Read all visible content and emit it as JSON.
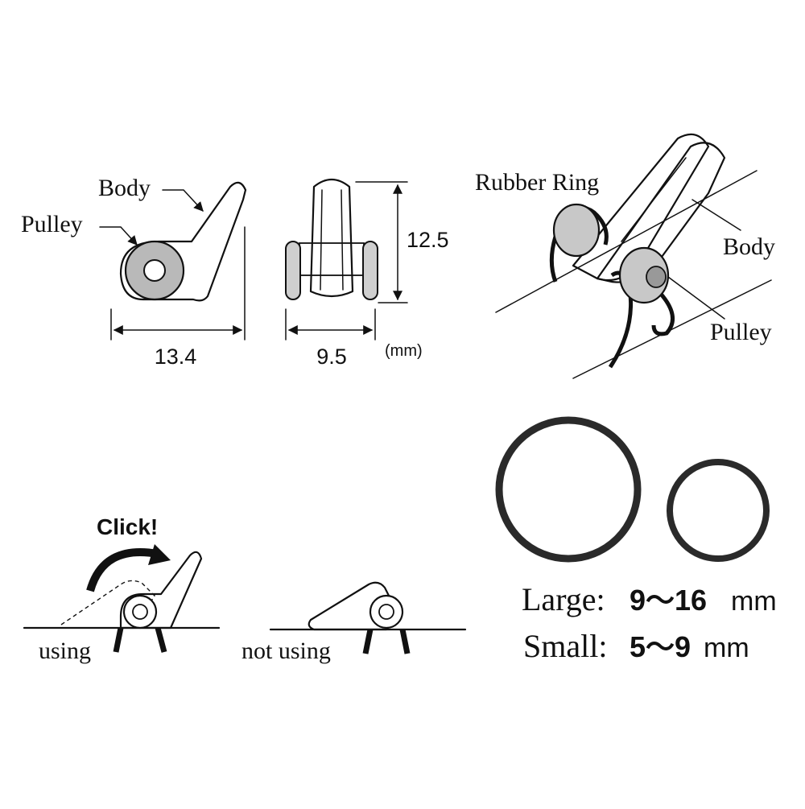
{
  "labels": {
    "body": "Body",
    "pulley": "Pulley",
    "rubber_ring": "Rubber Ring",
    "body_3d": "Body",
    "pulley_3d": "Pulley",
    "using": "using",
    "not_using": "not using",
    "click": "Click!"
  },
  "dimensions": {
    "width_side": "13.4",
    "width_front": "9.5",
    "height": "12.5",
    "unit": "(mm)"
  },
  "rings": {
    "large_label": "Large:",
    "large_range": "9～16",
    "large_unit": "mm",
    "small_label": "Small:",
    "small_range": "5～9",
    "small_unit": "mm"
  },
  "colors": {
    "ink": "#111111",
    "pulley_gray": "#b5b5b5",
    "ring_dark": "#2a2a2a"
  }
}
